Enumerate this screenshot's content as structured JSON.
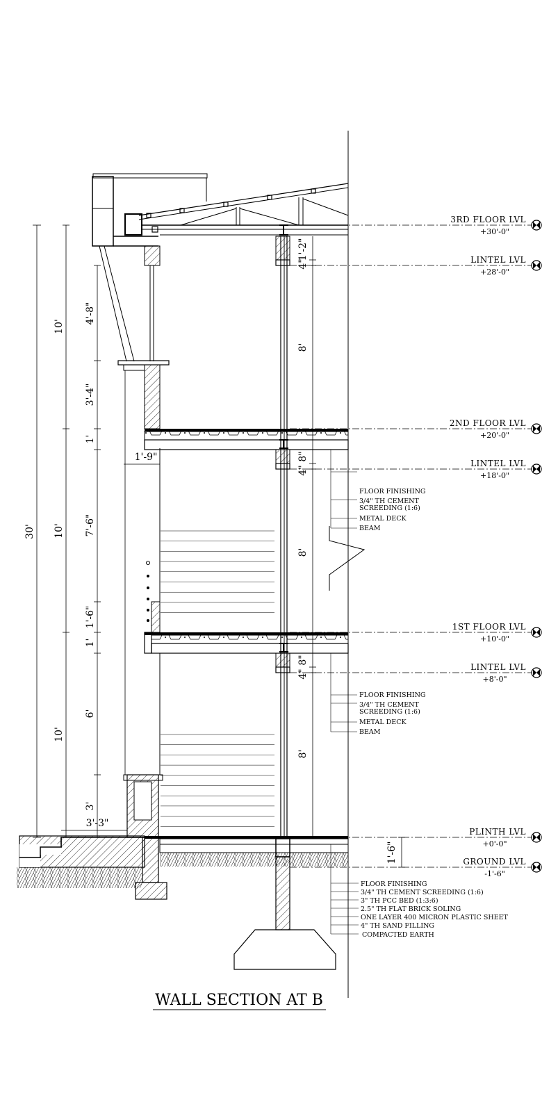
{
  "title": "WALL SECTION AT B",
  "levels": [
    {
      "name": "3RD FLOOR LVL",
      "value": "+30'-0\""
    },
    {
      "name": "LINTEL LVL",
      "value": "+28'-0\""
    },
    {
      "name": "2ND FLOOR LVL",
      "value": "+20'-0\""
    },
    {
      "name": "LINTEL LVL",
      "value": "+18'-0\""
    },
    {
      "name": "1ST FLOOR LVL",
      "value": "+10'-0\""
    },
    {
      "name": "LINTEL LVL",
      "value": "+8'-0\""
    },
    {
      "name": "PLINTH LVL",
      "value": "+0'-0\""
    },
    {
      "name": "GROUND LVL",
      "value": "-1'-6\""
    }
  ],
  "dimensions": {
    "total": "30'",
    "floor_heights": [
      "10'",
      "10'",
      "10'"
    ],
    "left_chain": [
      "4'-8\"",
      "3'-4\"",
      "1'",
      "7'-6\"",
      "1'-6\"",
      "1'",
      "6'",
      "3'"
    ],
    "step": "3'-3\"",
    "overhang": "1'-9\"",
    "right_chain": [
      "1'-2\"",
      "4\"",
      "8'",
      "8\"",
      "4\"",
      "8'",
      "8\"",
      "4\"",
      "8'"
    ],
    "plinth": "1'-6\""
  },
  "floor_notes_2nd": [
    "FLOOR FINISHING",
    "3/4\" TH CEMENT",
    "SCREEDING (1:6)",
    "METAL DECK",
    "BEAM"
  ],
  "floor_notes_1st": [
    "FLOOR FINISHING",
    "3/4\" TH CEMENT",
    "SCREEDING (1:6)",
    "METAL DECK",
    "BEAM"
  ],
  "ground_notes": [
    "FLOOR FINISHING",
    "3/4\" TH CEMENT SCREEDING (1:6)",
    "3\" TH PCC BED (1:3:6)",
    "2.5\" TH FLAT BRICK SOLING",
    "ONE LAYER 400 MICRON PLASTIC SHEET",
    "4\" TH SAND FILLING",
    "COMPACTED EARTH"
  ]
}
